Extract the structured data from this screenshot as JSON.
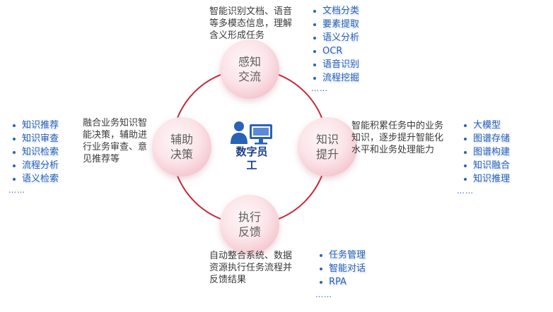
{
  "center": {
    "label": "数字员工"
  },
  "nodes": {
    "top": {
      "label": "感知交流"
    },
    "right": {
      "label": "知识提升"
    },
    "bottom": {
      "label": "执行反馈"
    },
    "left": {
      "label": "辅助决策"
    }
  },
  "descriptions": {
    "top": "智能识别文档、语音等多模态信息，理解含义形成任务",
    "right": "智能积累任务中的业务知识，逐步提升智能化水平和业务处理能力",
    "bottom": "自动整合系统、数据资源执行任务流程并反馈结果",
    "left": "融合业务知识智能决策，辅助进行业务审查、意见推荐等"
  },
  "lists": {
    "top": {
      "items": [
        "文档分类",
        "要素提取",
        "语义分析",
        "OCR",
        "语音识别",
        "流程挖掘"
      ],
      "more": "……"
    },
    "right": {
      "items": [
        "大模型",
        "图谱存储",
        "图谱构建",
        "知识融合",
        "知识推理"
      ],
      "more": "……"
    },
    "bottom": {
      "items": [
        "任务管理",
        "智能对话",
        "RPA"
      ],
      "more": "……"
    },
    "left": {
      "items": [
        "知识推荐",
        "知识审查",
        "知识检索",
        "流程分析",
        "语义检索"
      ],
      "more": "……"
    }
  },
  "colors": {
    "ring": "#c8283c",
    "list_text": "#2a62b8",
    "center_label": "#1d3f8c",
    "icon": "#2a62b8"
  },
  "icons": {
    "center": "person-monitor-icon"
  }
}
